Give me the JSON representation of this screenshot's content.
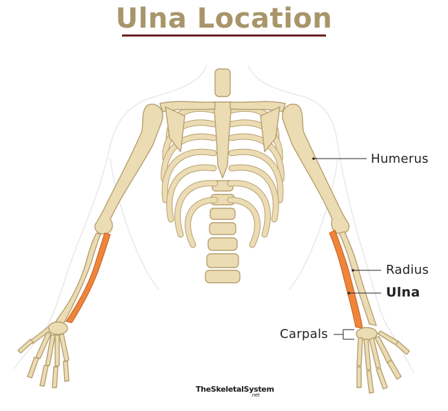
{
  "title": "Ulna Location",
  "labels": {
    "humerus": "Humerus",
    "radius": "Radius",
    "ulna": "Ulna",
    "carpals": "Carpals"
  },
  "brand": {
    "name": "TheSkeletalSystem",
    "suffix": ".net"
  },
  "colors": {
    "title": "#a8956a",
    "title_rule": "#6b1f24",
    "bone": "#ecdcb4",
    "bone_outline": "#b59e6e",
    "ulna_highlight": "#f0853a",
    "body_outline": "#e6e6e6"
  }
}
